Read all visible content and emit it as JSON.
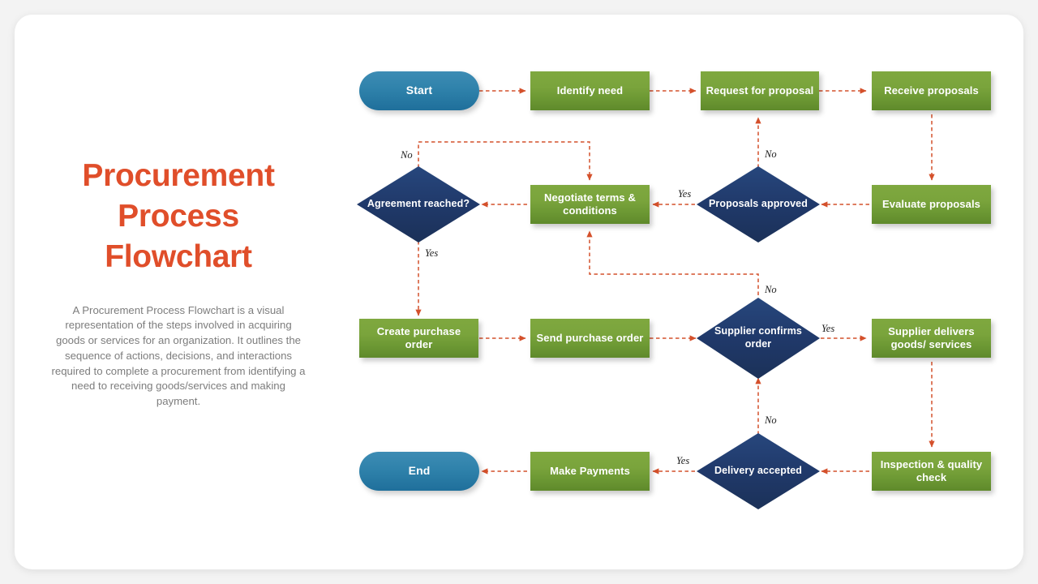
{
  "theme": {
    "accent_orange": "#e04e2a",
    "process_green": "#6f9c34",
    "decision_navy": "#21396b",
    "terminator_blue": "#2a7ea8",
    "connector": "#d4502b",
    "card_bg": "#ffffff",
    "page_bg": "#f3f3f3",
    "body_text": "#7d7d7d"
  },
  "left_panel": {
    "title": "Procurement Process Flowchart",
    "description": "A Procurement Process Flowchart is a visual representation of the steps involved in acquiring goods or services for an organization. It outlines the sequence of actions, decisions, and interactions required to complete a procurement from identifying a need to receiving goods/services and making payment."
  },
  "flowchart": {
    "nodes": [
      {
        "id": "start",
        "label": "Start",
        "type": "terminator"
      },
      {
        "id": "identify",
        "label": "Identify need",
        "type": "process"
      },
      {
        "id": "rfp",
        "label": "Request for proposal",
        "type": "process"
      },
      {
        "id": "receive",
        "label": "Receive proposals",
        "type": "process"
      },
      {
        "id": "evaluate",
        "label": "Evaluate proposals",
        "type": "process"
      },
      {
        "id": "approved",
        "label": "Proposals approved",
        "type": "decision"
      },
      {
        "id": "negotiate",
        "label": "Negotiate terms & conditions",
        "type": "process"
      },
      {
        "id": "agreement",
        "label": "Agreement reached?",
        "type": "decision"
      },
      {
        "id": "createpo",
        "label": "Create purchase order",
        "type": "process"
      },
      {
        "id": "sendpo",
        "label": "Send purchase order",
        "type": "process"
      },
      {
        "id": "confirms",
        "label": "Supplier confirms order",
        "type": "decision"
      },
      {
        "id": "delivers",
        "label": "Supplier delivers goods/ services",
        "type": "process"
      },
      {
        "id": "inspection",
        "label": "Inspection & quality check",
        "type": "process"
      },
      {
        "id": "delivery",
        "label": "Delivery accepted",
        "type": "decision"
      },
      {
        "id": "payments",
        "label": "Make Payments",
        "type": "process"
      },
      {
        "id": "end",
        "label": "End",
        "type": "terminator"
      }
    ],
    "edge_labels": [
      {
        "id": "no-agreement",
        "text": "No"
      },
      {
        "id": "yes-agreement",
        "text": "Yes"
      },
      {
        "id": "no-approved",
        "text": "No"
      },
      {
        "id": "yes-approved",
        "text": "Yes"
      },
      {
        "id": "no-confirms",
        "text": "No"
      },
      {
        "id": "yes-confirms",
        "text": "Yes"
      },
      {
        "id": "no-delivery",
        "text": "No"
      },
      {
        "id": "yes-delivery",
        "text": "Yes"
      }
    ]
  }
}
